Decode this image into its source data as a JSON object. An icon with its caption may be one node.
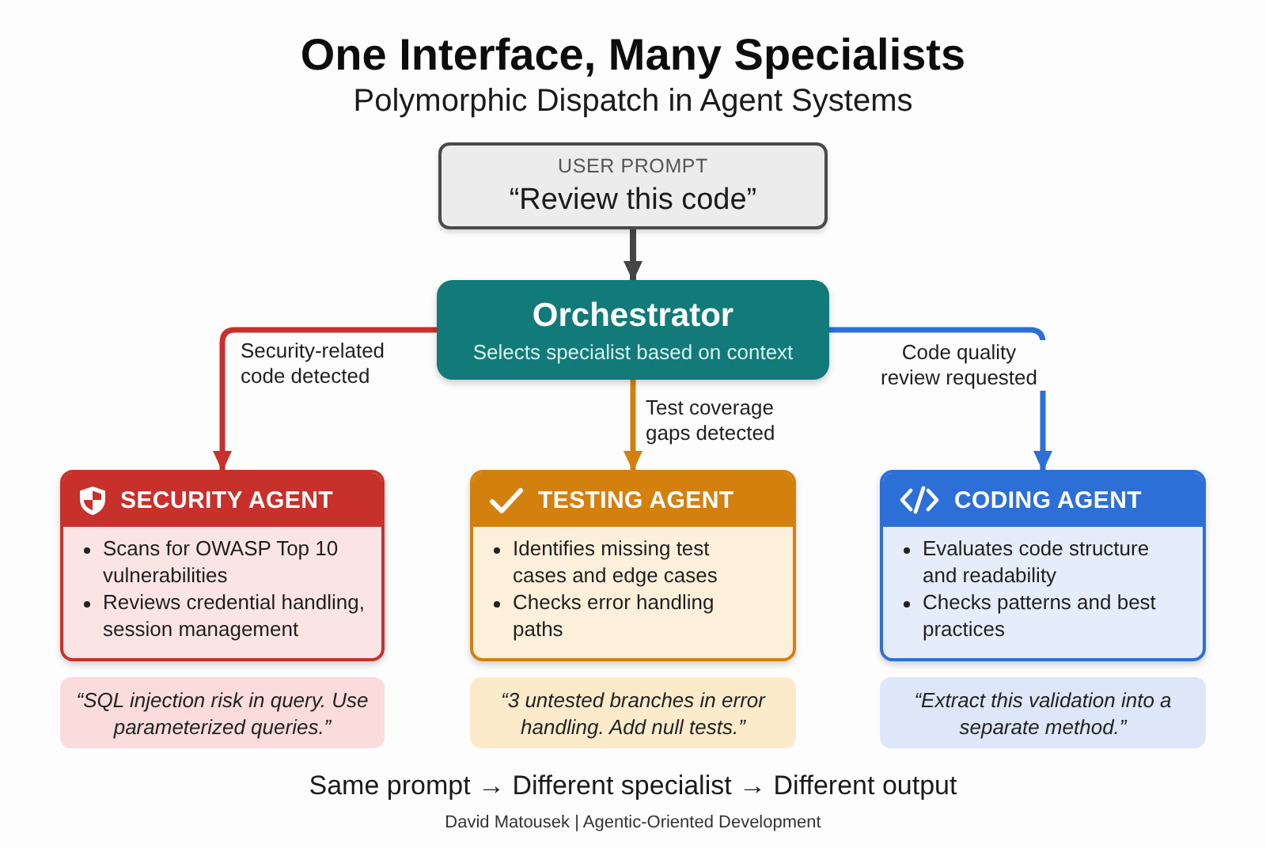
{
  "diagram": {
    "title": "One Interface, Many Specialists",
    "nodes": [
      {
        "text": [
          "USER PROMPT",
          "“Review this code”"
        ]
      },
      {
        "text": [
          "Orchestrator",
          "Selects specialist based on context"
        ]
      },
      {
        "text": [
          "SECURITY AGENT",
          "Scans for OWASP Top 10 vulnerabilities",
          "Reviews credential handling, session management"
        ]
      },
      {
        "text": [
          "TESTING AGENT",
          "Identifies missing test cases and edge cases",
          "Checks error handling paths"
        ]
      },
      {
        "text": [
          "CODING AGENT",
          "Evaluates code structure and readability",
          "Checks patterns and best practices"
        ]
      },
      {
        "text": [
          "“SQL injection risk in query. Use parameterized queries.”"
        ]
      },
      {
        "text": [
          "“3 untested branches in error handling. Add null tests.”"
        ]
      },
      {
        "text": [
          "“Extract this validation into a separate method.”"
        ]
      }
    ],
    "edges": [
      {
        "from": 0,
        "to": 1,
        "arrow": "to"
      },
      {
        "from": 1,
        "to": 2,
        "arrow": "to",
        "label": "Security-related code detected",
        "color": "#c8302b"
      },
      {
        "from": 1,
        "to": 3,
        "arrow": "to",
        "label": "Test coverage gaps detected",
        "color": "#d3800f"
      },
      {
        "from": 1,
        "to": 4,
        "arrow": "to",
        "label": "Code quality review requested",
        "color": "#2c6fd7"
      }
    ],
    "labels": [
      "Polymorphic Dispatch in Agent Systems",
      "Same prompt → Different specialist → Different output",
      "David Matousek | Agentic-Oriented Development"
    ]
  }
}
